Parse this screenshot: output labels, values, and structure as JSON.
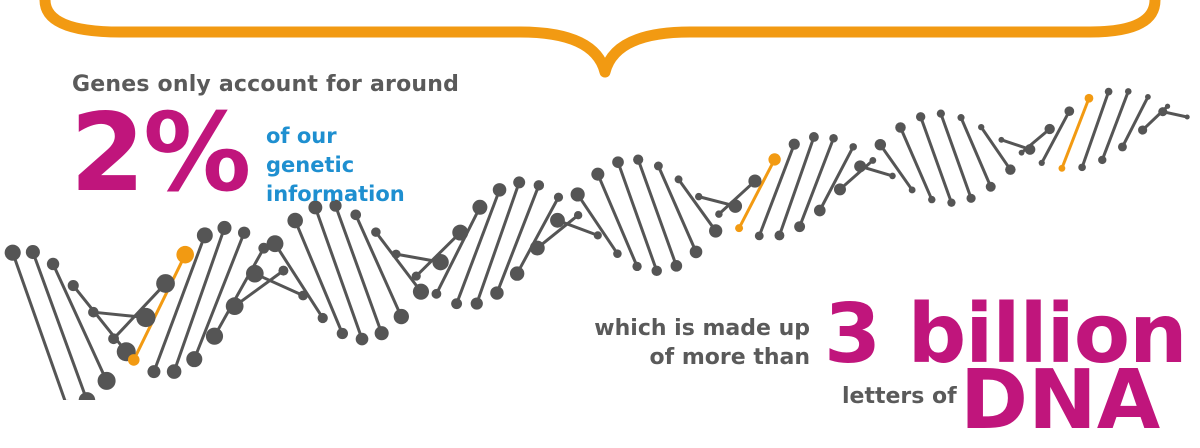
{
  "header": {
    "intro_text": "Genes only account for around"
  },
  "stat_genes": {
    "value": "2%",
    "caption_lines": [
      "of our",
      "genetic",
      "information"
    ]
  },
  "stat_dna": {
    "lead_lines": [
      "which is made up",
      "of more than"
    ],
    "value": "3 billion",
    "letters_label": "letters of",
    "unit": "DNA"
  },
  "colors": {
    "accent_orange": "#f29a12",
    "magenta": "#c0157c",
    "blue": "#1e8fd0",
    "gray_text": "#5a5a5a",
    "helix_gray": "#555555"
  }
}
